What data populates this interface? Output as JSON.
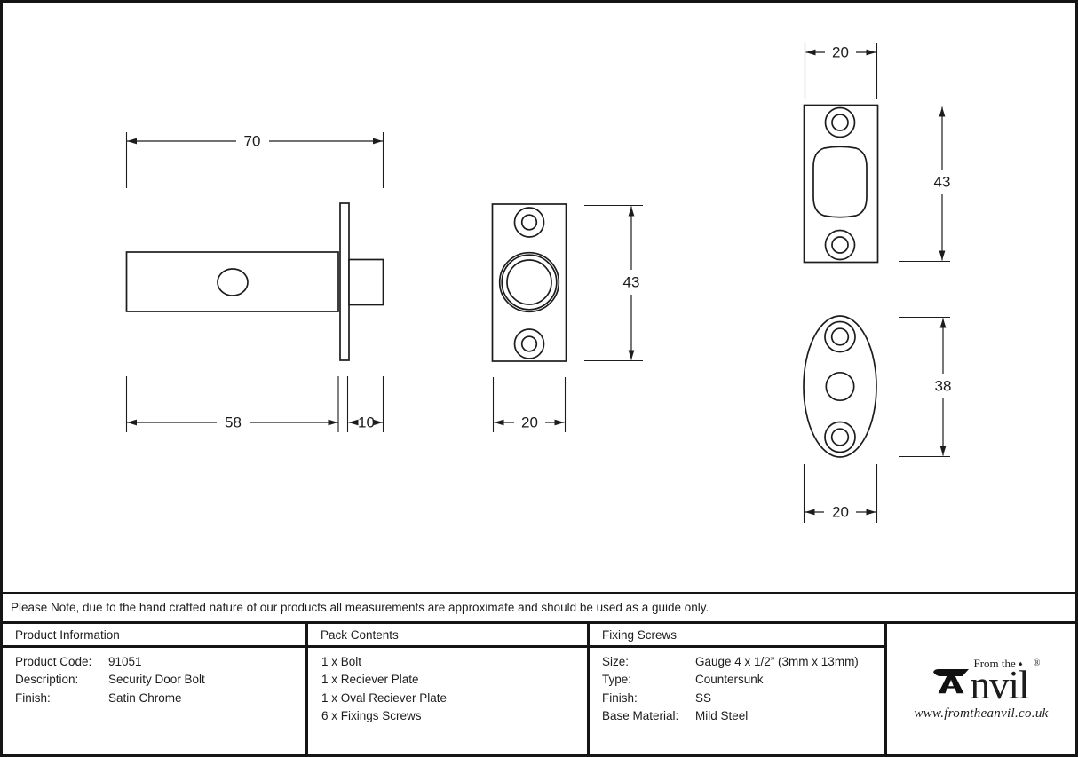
{
  "drawing": {
    "dimensions": {
      "bolt_overall": "70",
      "bolt_body": "58",
      "bolt_projection": "10",
      "face_height": "43",
      "face_width": "20",
      "receiver_width": "20",
      "receiver_height": "43",
      "oval_height": "38",
      "oval_width": "20"
    }
  },
  "note": {
    "text": "Please Note, due to the hand crafted nature of our products all measurements are approximate and should be used as a guide only."
  },
  "table": {
    "product_information": {
      "title": "Product Information",
      "rows": [
        {
          "label": "Product Code:",
          "value": "91051"
        },
        {
          "label": "Description:",
          "value": "Security Door Bolt"
        },
        {
          "label": "Finish:",
          "value": "Satin Chrome"
        }
      ]
    },
    "pack_contents": {
      "title": "Pack Contents",
      "items": [
        "1 x Bolt",
        "1 x Reciever Plate",
        "1 x Oval Reciever Plate",
        "6 x Fixings Screws"
      ]
    },
    "fixing_screws": {
      "title": "Fixing Screws",
      "rows": [
        {
          "label": "Size:",
          "value": "Gauge 4 x 1/2” (3mm x 13mm)"
        },
        {
          "label": "Type:",
          "value": "Countersunk"
        },
        {
          "label": "Finish:",
          "value": "SS"
        },
        {
          "label": "Base Material:",
          "value": "Mild Steel"
        }
      ]
    },
    "logo": {
      "prefix": "From the",
      "diamond": "♦",
      "brand": "Anvil",
      "brand_text": "nvil",
      "registered": "®",
      "website": "www.fromtheanvil.co.uk"
    }
  }
}
